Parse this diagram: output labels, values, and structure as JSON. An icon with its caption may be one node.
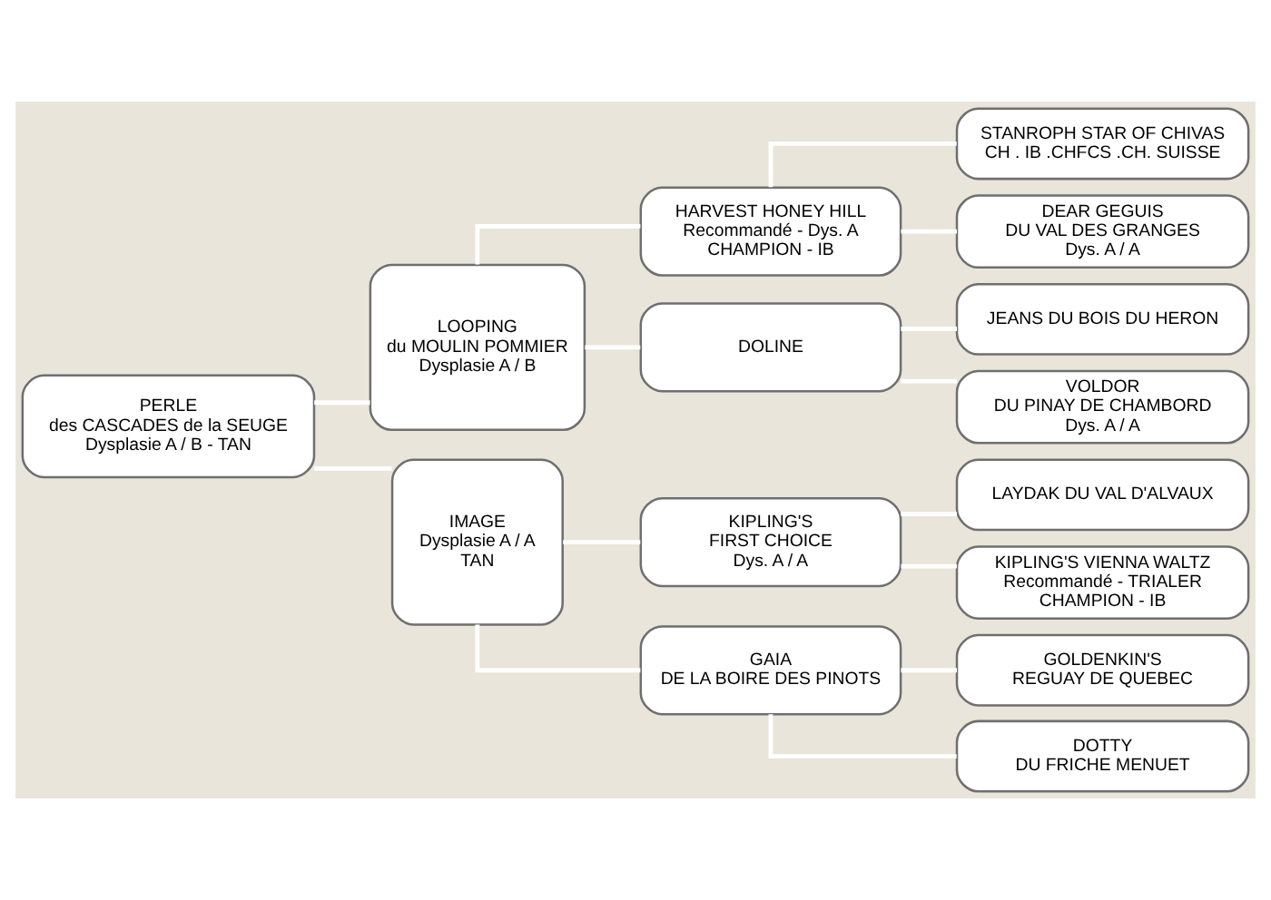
{
  "diagram": {
    "nodes": [
      {
        "text": [
          "PERLE",
          "des CASCADES de la SEUGE",
          "Dysplasie A / B - TAN"
        ]
      },
      {
        "text": [
          "LOOPING",
          "du MOULIN POMMIER",
          "Dysplasie A / B"
        ]
      },
      {
        "text": [
          "IMAGE",
          "Dysplasie A / A",
          "TAN"
        ]
      },
      {
        "text": [
          "HARVEST HONEY HILL",
          "Recommandé - Dys. A",
          "CHAMPION - IB"
        ]
      },
      {
        "text": [
          "DOLINE"
        ]
      },
      {
        "text": [
          "KIPLING'S",
          "FIRST CHOICE",
          "Dys. A / A"
        ]
      },
      {
        "text": [
          "GAIA",
          "DE LA BOIRE DES PINOTS"
        ]
      },
      {
        "text": [
          "STANROPH STAR OF CHIVAS",
          "CH . IB .CHFCS .CH. SUISSE"
        ]
      },
      {
        "text": [
          "DEAR GEGUIS",
          "DU VAL DES GRANGES",
          "Dys. A / A"
        ]
      },
      {
        "text": [
          "JEANS DU BOIS DU HERON"
        ]
      },
      {
        "text": [
          "VOLDOR",
          "DU PINAY DE CHAMBORD",
          "Dys. A / A"
        ]
      },
      {
        "text": [
          "LAYDAK DU VAL D'ALVAUX"
        ]
      },
      {
        "text": [
          "KIPLING'S VIENNA WALTZ",
          "Recommandé - TRIALER",
          "CHAMPION - IB"
        ]
      },
      {
        "text": [
          "GOLDENKIN'S",
          "REGUAY DE QUEBEC"
        ]
      },
      {
        "text": [
          "DOTTY",
          "DU FRICHE MENUET"
        ]
      }
    ],
    "edges": [
      {
        "from": 0,
        "to": 1,
        "arrow": "none"
      },
      {
        "from": 0,
        "to": 2,
        "arrow": "none"
      },
      {
        "from": 1,
        "to": 3,
        "arrow": "none"
      },
      {
        "from": 1,
        "to": 4,
        "arrow": "none"
      },
      {
        "from": 2,
        "to": 5,
        "arrow": "none"
      },
      {
        "from": 2,
        "to": 6,
        "arrow": "none"
      },
      {
        "from": 3,
        "to": 7,
        "arrow": "none"
      },
      {
        "from": 3,
        "to": 8,
        "arrow": "none"
      },
      {
        "from": 4,
        "to": 9,
        "arrow": "none"
      },
      {
        "from": 4,
        "to": 10,
        "arrow": "none"
      },
      {
        "from": 5,
        "to": 11,
        "arrow": "none"
      },
      {
        "from": 5,
        "to": 12,
        "arrow": "none"
      },
      {
        "from": 6,
        "to": 13,
        "arrow": "none"
      },
      {
        "from": 6,
        "to": 14,
        "arrow": "none"
      }
    ]
  }
}
